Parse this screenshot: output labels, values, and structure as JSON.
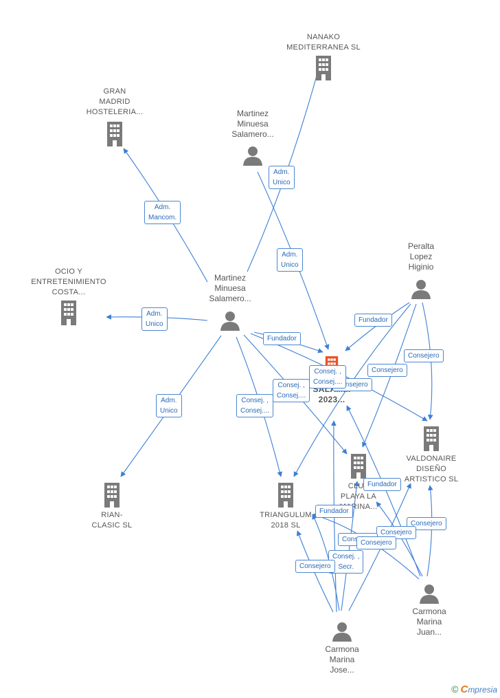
{
  "colors": {
    "edge": "#3d7fd4",
    "icon": "#7a7a7a",
    "focus": "#e8542a",
    "label_border": "#4a86d0",
    "label_text": "#2a6ab8"
  },
  "nodes": {
    "nanako": {
      "label": "NANAKO\nMEDITERRANEA SL",
      "icon": "building-icon"
    },
    "gran_madrid": {
      "label": "GRAN\nMADRID\nHOSTELERIA...",
      "icon": "building-icon"
    },
    "martinez_top": {
      "label": "Martinez\nMinuesa\nSalamero...",
      "icon": "person-icon"
    },
    "ocio": {
      "label": "OCIO Y\nENTRETENIMIENTO\nCOSTA...",
      "icon": "building-icon"
    },
    "martinez_center": {
      "label": "Martinez\nMinuesa\nSalamero...",
      "icon": "person-icon"
    },
    "peralta": {
      "label": "Peralta\nLopez\nHiginio",
      "icon": "person-icon"
    },
    "focus": {
      "label": "CL...\nSALAM...\n2023...",
      "icon": "building-icon"
    },
    "valdonaire": {
      "label": "VALDONAIRE\nDISEÑO\nARTISTICO SL",
      "icon": "building-icon"
    },
    "club": {
      "label": "CLUB\nPLAYA LA\nMARINA...",
      "icon": "building-icon"
    },
    "rian": {
      "label": "RIAN-\nCLASIC SL",
      "icon": "building-icon"
    },
    "triangulum": {
      "label": "TRIANGULUM\n2018 SL",
      "icon": "building-icon"
    },
    "carmona_juan": {
      "label": "Carmona\nMarina\nJuan...",
      "icon": "person-icon"
    },
    "carmona_jose": {
      "label": "Carmona\nMarina\nJose...",
      "icon": "person-icon"
    }
  },
  "edge_labels": [
    {
      "id": "l1",
      "text": "Adm.\nMancom."
    },
    {
      "id": "l2",
      "text": "Adm.\nUnico"
    },
    {
      "id": "l3",
      "text": "Adm.\nUnico"
    },
    {
      "id": "l4",
      "text": "Adm.\nUnico"
    },
    {
      "id": "l5",
      "text": "Fundador"
    },
    {
      "id": "l6",
      "text": "Adm.\nUnico"
    },
    {
      "id": "l7",
      "text": "Fundador"
    },
    {
      "id": "l8",
      "text": "Consejero"
    },
    {
      "id": "l9",
      "text": "Consejero"
    },
    {
      "id": "l10",
      "text": "Consejero"
    },
    {
      "id": "l11",
      "text": "Consej. ,\nConsej...."
    },
    {
      "id": "l12",
      "text": "Consej. ,\nConsej...."
    },
    {
      "id": "l13",
      "text": "Consej. ,\nConsej...."
    },
    {
      "id": "l14",
      "text": "Fundador"
    },
    {
      "id": "l15",
      "text": "Fundador"
    },
    {
      "id": "l16",
      "text": "Consejero"
    },
    {
      "id": "l17",
      "text": "Consejero"
    },
    {
      "id": "l18",
      "text": "Consejero"
    },
    {
      "id": "l19",
      "text": "Consej. ,\nSecr."
    },
    {
      "id": "l20",
      "text": "Consejero"
    },
    {
      "id": "l21",
      "text": "Consejero"
    }
  ],
  "footer": {
    "copyright": "©",
    "brand_initial": "C",
    "brand_rest": "mpresia"
  }
}
